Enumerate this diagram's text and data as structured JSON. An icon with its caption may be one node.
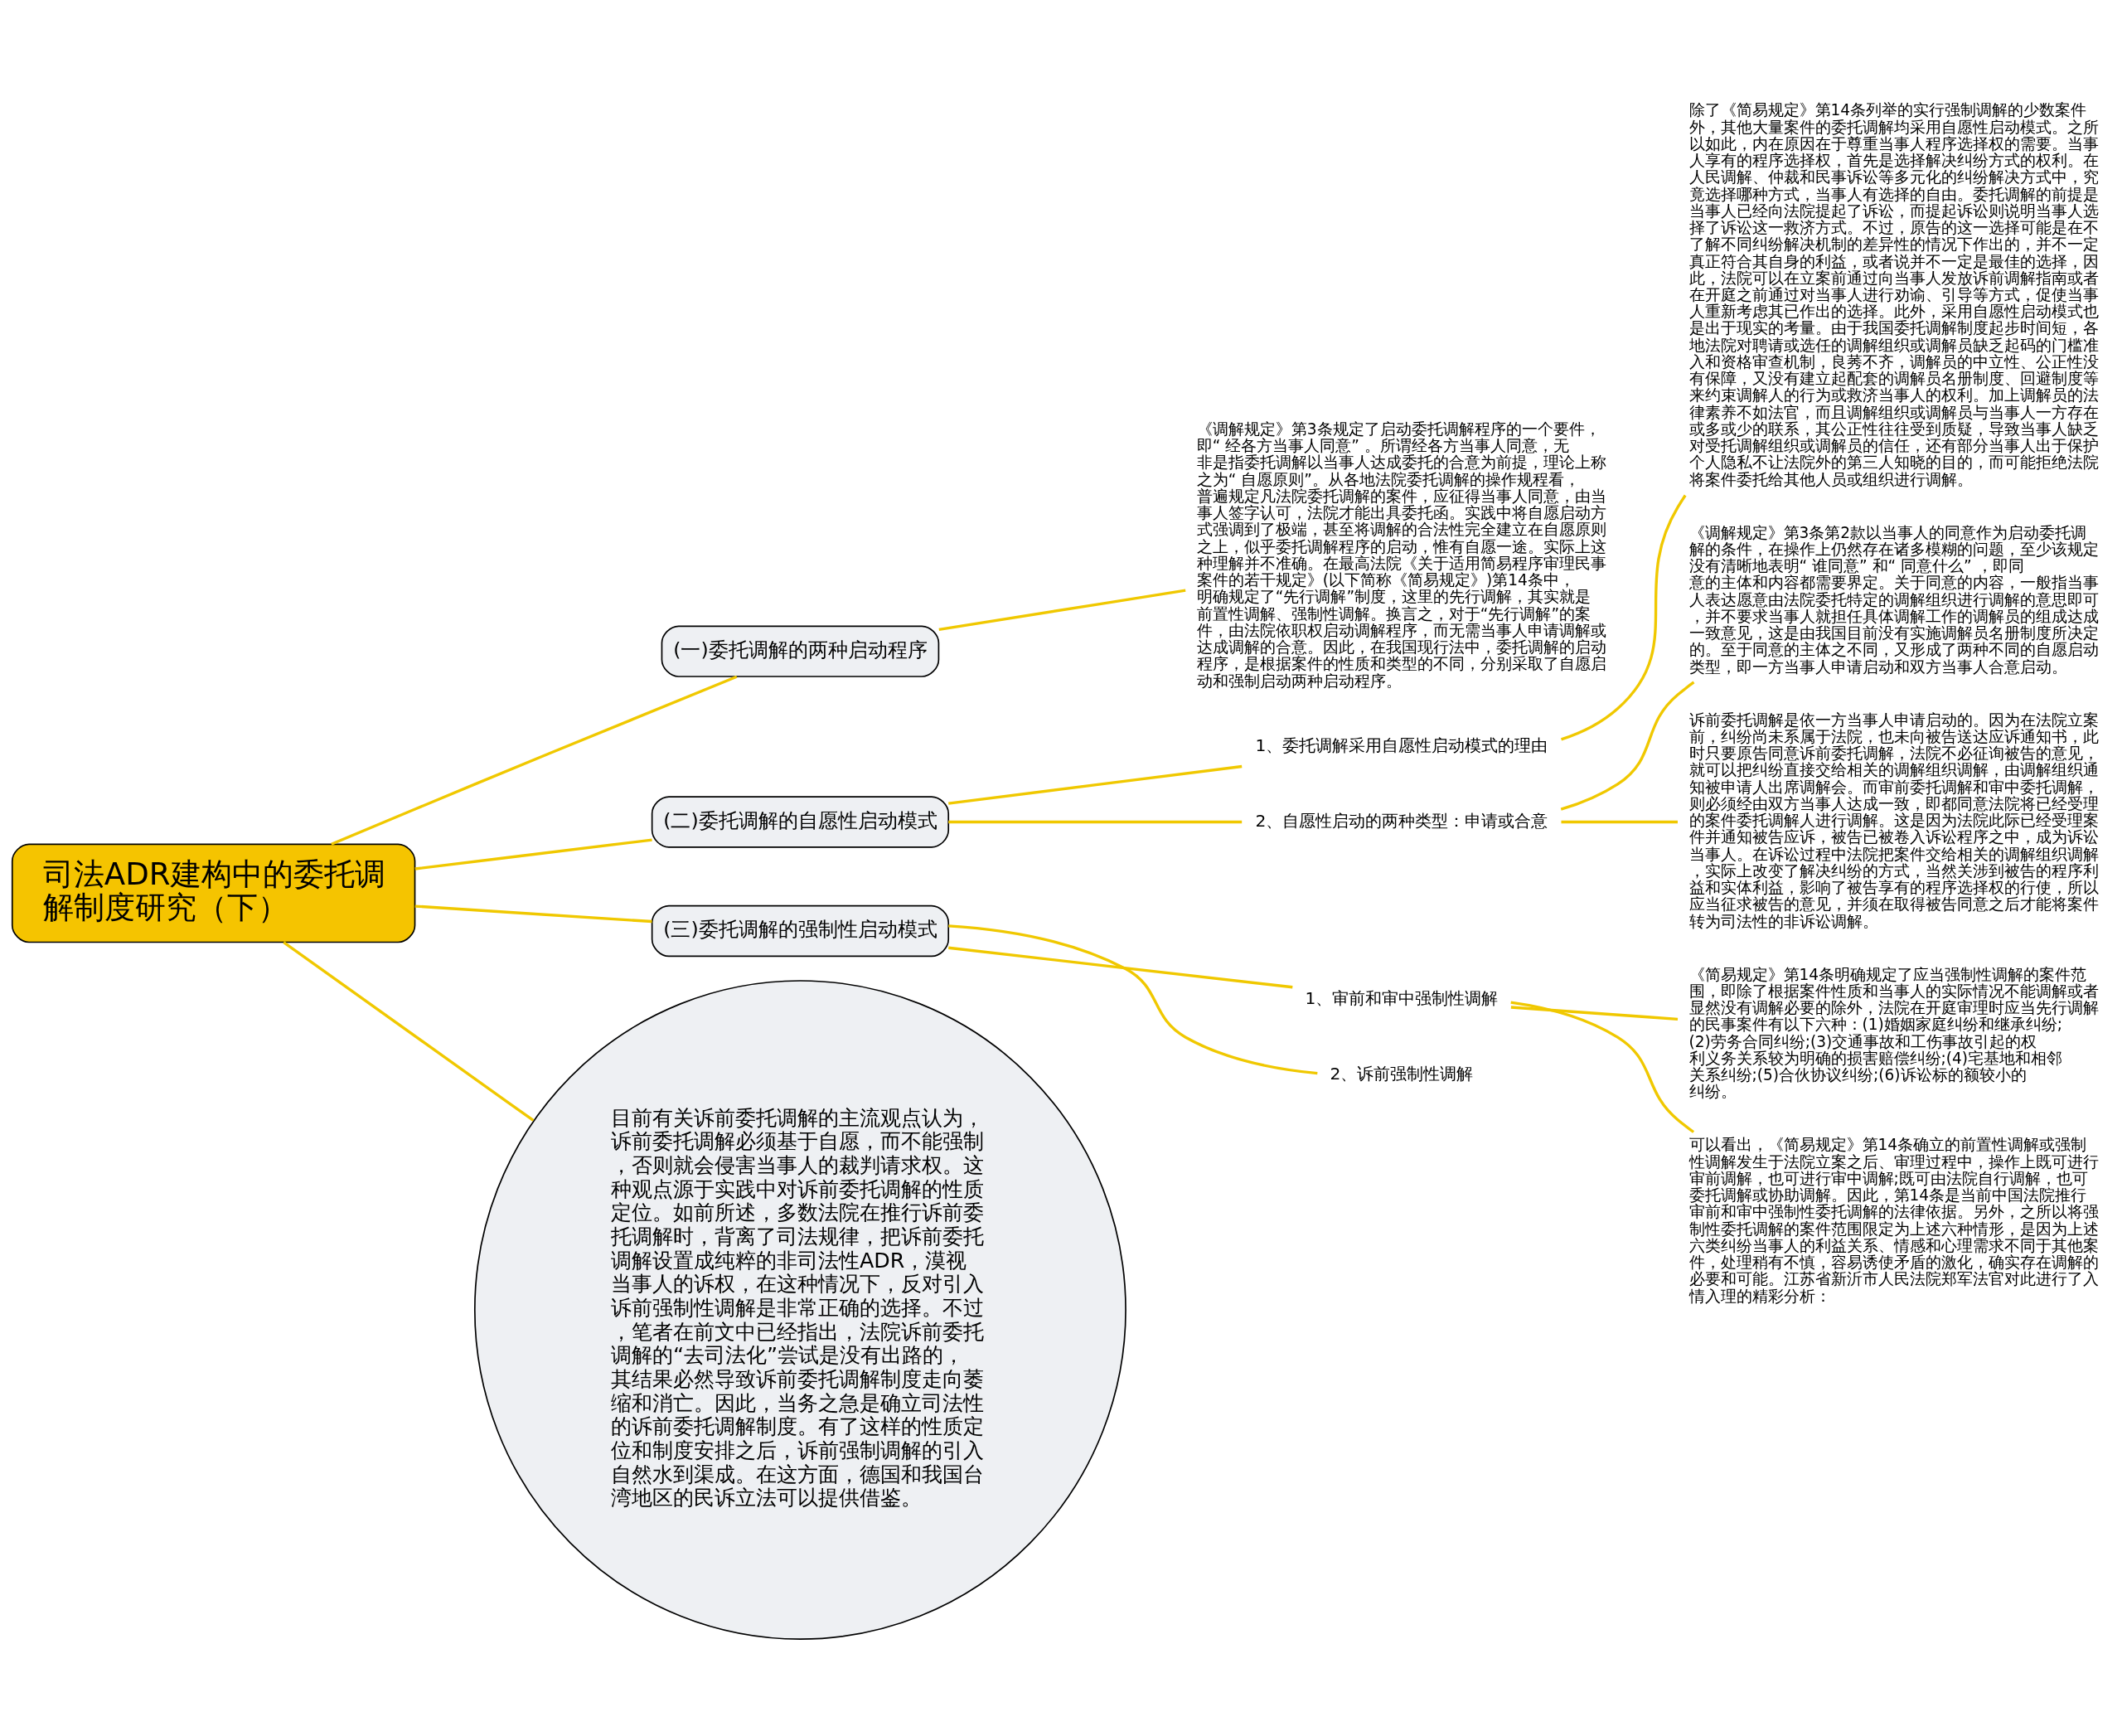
{
  "diagram": {
    "nodes": [
      {
        "text": [
          "司法ADR建构中的委托调解制度研究（下）"
        ]
      },
      {
        "text": [
          "(一)委托调解的两种启动程序"
        ]
      },
      {
        "text": [
          "《调解规定》第3条规定了启动委托调解程序的一个要件，即“ 经各方当事人同意” 。所谓经各方当事人同意，无非是指委托调解以当事人达成委托的合意为前提，理论上称之为“ 自愿原则”。从各地法院委托调解的操作规程看，普遍规定凡法院委托调解的案件，应征得当事人同意，由当事人签字认可，法院才能出具委托函。实践中将自愿启动方式强调到了极端，甚至将调解的合法性完全建立在自愿原则之上，似乎委托调解程序的启动，惟有自愿一途。实际上这种理解并不准确。在最高法院《关于适用简易程序审理民事案件的若干规定》(以下简称《简易规定》)第14条中，明确规定了“先行调解”制度，这里的先行调解，其实就是前置性调解、强制性调解。换言之，对于“先行调解”的案件，由法院依职权启动调解程序，而无需当事人申请调解或达成调解的合意。因此，在我国现行法中，委托调解的启动程序，是根据案件的性质和类型的不同，分别采取了自愿启动和强制启动两种启动程序。"
        ]
      },
      {
        "text": [
          "(二)委托调解的自愿性启动模式"
        ]
      },
      {
        "text": [
          "1、委托调解采用自愿性启动模式的理由"
        ]
      },
      {
        "text": [
          "除了《简易规定》第14条列举的实行强制调解的少数案件外，其他大量案件的委托调解均采用自愿性启动模式。之所以如此，内在原因在于尊重当事人程序选择权的需要。当事人享有的程序选择权，首先是选择解决纠纷方式的权利。在人民调解、仲裁和民事诉讼等多元化的纠纷解决方式中，究竟选择哪种方式，当事人有选择的自由。委托调解的前提是当事人已经向法院提起了诉讼，而提起诉讼则说明当事人选择了诉讼这一救济方式。不过，原告的这一选择可能是在不了解不同纠纷解决机制的差异性的情况下作出的，并不一定真正符合其自身的利益，或者说并不一定是最佳的选择，因此，法院可以在立案前通过向当事人发放诉前调解指南或者在开庭之前通过对当事人进行劝谕、引导等方式，促使当事人重新考虑其已作出的选择。此外，采用自愿性启动模式也是出于现实的考量。由于我国委托调解制度起步时间短，各地法院对聘请或选任的调解组织或调解员缺乏起码的门槛准入和资格审查机制，良莠不齐，调解员的中立性、公正性没有保障，又没有建立起配套的调解员名册制度、回避制度等来约束调解人的行为或救济当事人的权利。加上调解员的法律素养不如法官，而且调解组织或调解员与当事人一方存在或多或少的联系，其公正性往往受到质疑，导致当事人缺乏对受托调解组织或调解员的信任，还有部分当事人出于保护个人隐私不让法院外的第三人知晓的目的，而可能拒绝法院将案件委托给其他人员或组织进行调解。"
        ]
      },
      {
        "text": [
          "2、自愿性启动的两种类型：申请或合意"
        ]
      },
      {
        "text": [
          "《调解规定》第3条第2款以当事人的同意作为启动委托调解的条件，在操作上仍然存在诸多模糊的问题，至少该规定没有清晰地表明“ 谁同意” 和“ 同意什么” ，即同意的主体和内容都需要界定。关于同意的内容，一般指当事人表达愿意由法院委托特定的调解组织进行调解的意思即可，并不要求当事人就担任具体调解工作的调解员的组成达成一致意见，这是由我国目前没有实施调解员名册制度所决定的。至于同意的主体之不同，又形成了两种不同的自愿启动类型，即一方当事人申请启动和双方当事人合意启动。"
        ]
      },
      {
        "text": [
          "诉前委托调解是依一方当事人申请启动的。因为在法院立案前，纠纷尚未系属于法院，也未向被告送达应诉通知书，此时只要原告同意诉前委托调解，法院不必征询被告的意见，就可以把纠纷直接交给相关的调解组织调解，由调解组织通知被申请人出席调解会。而审前委托调解和审中委托调解，则必须经由双方当事人达成一致，即都同意法院将已经受理的案件委托调解人进行调解。这是因为法院此际已经受理案件并通知被告应诉，被告已被卷入诉讼程序之中，成为诉讼当事人。在诉讼过程中法院把案件交给相关的调解组织调解，实际上改变了解决纠纷的方式，当然关涉到被告的程序利益和实体利益，影响了被告享有的程序选择权的行使，所以应当征求被告的意见，并须在取得被告同意之后才能将案件转为司法性的非诉讼调解。"
        ]
      },
      {
        "text": [
          "(三)委托调解的强制性启动模式"
        ]
      },
      {
        "text": [
          "1、审前和审中强制性调解"
        ]
      },
      {
        "text": [
          "《简易规定》第14条明确规定了应当强制性调解的案件范围，即除了根据案件性质和当事人的实际情况不能调解或者显然没有调解必要的除外，法院在开庭审理时应当先行调解的民事案件有以下六种：(1)婚姻家庭纠纷和继承纠纷;(2)劳务合同纠纷;(3)交通事故和工伤事故引起的权利义务关系较为明确的损害赔偿纠纷;(4)宅基地和相邻关系纠纷;(5)合伙协议纠纷;(6)诉讼标的额较小的纠纷。"
        ]
      },
      {
        "text": [
          "可以看出，《简易规定》第14条确立的前置性调解或强制性调解发生于法院立案之后、审理过程中，操作上既可进行审前调解，也可进行审中调解;既可由法院自行调解，也可委托调解或协助调解。因此，第14条是当前中国法院推行审前和审中强制性委托调解的法律依据。另外，之所以将强制性委托调解的案件范围限定为上述六种情形，是因为上述六类纠纷当事人的利益关系、情感和心理需求不同于其他案件，处理稍有不慎，容易诱使矛盾的激化，确实存在调解的必要和可能。江苏省新沂市人民法院郑军法官对此进行了入情入理的精彩分析："
        ]
      },
      {
        "text": [
          "2、诉前强制性调解"
        ]
      },
      {
        "text": [
          "目前有关诉前委托调解的主流观点认为，诉前委托调解必须基于自愿，而不能强制，否则就会侵害当事人的裁判请求权。这种观点源于实践中对诉前委托调解的性质定位。如前所述，多数法院在推行诉前委托调解时，背离了司法规律，把诉前委托调解设置成纯粹的非司法性ADR，漠视当事人的诉权，在这种情况下，反对引入诉前强制性调解是非常正确的选择。不过，笔者在前文中已经指出，法院诉前委托调解的“去司法化”尝试是没有出路的，其结果必然导致诉前委托调解制度走向萎缩和消亡。因此，当务之急是确立司法性的诉前委托调解制度。有了这样的性质定位和制度安排之后，诉前强制调解的引入自然水到渠成。在这方面，德国和我国台湾地区的民诉立法可以提供借鉴。"
        ]
      }
    ],
    "edges": [
      {
        "from": 0,
        "to": 1,
        "arrow": "none"
      },
      {
        "from": 1,
        "to": 2,
        "arrow": "none"
      },
      {
        "from": 0,
        "to": 3,
        "arrow": "none"
      },
      {
        "from": 3,
        "to": 4,
        "arrow": "none"
      },
      {
        "from": 4,
        "to": 5,
        "arrow": "none"
      },
      {
        "from": 3,
        "to": 6,
        "arrow": "none"
      },
      {
        "from": 6,
        "to": 7,
        "arrow": "none"
      },
      {
        "from": 6,
        "to": 8,
        "arrow": "none"
      },
      {
        "from": 0,
        "to": 9,
        "arrow": "none"
      },
      {
        "from": 9,
        "to": 10,
        "arrow": "none"
      },
      {
        "from": 10,
        "to": 11,
        "arrow": "none"
      },
      {
        "from": 10,
        "to": 12,
        "arrow": "none"
      },
      {
        "from": 9,
        "to": 13,
        "arrow": "none"
      },
      {
        "from": 0,
        "to": 14,
        "arrow": "none"
      }
    ]
  }
}
